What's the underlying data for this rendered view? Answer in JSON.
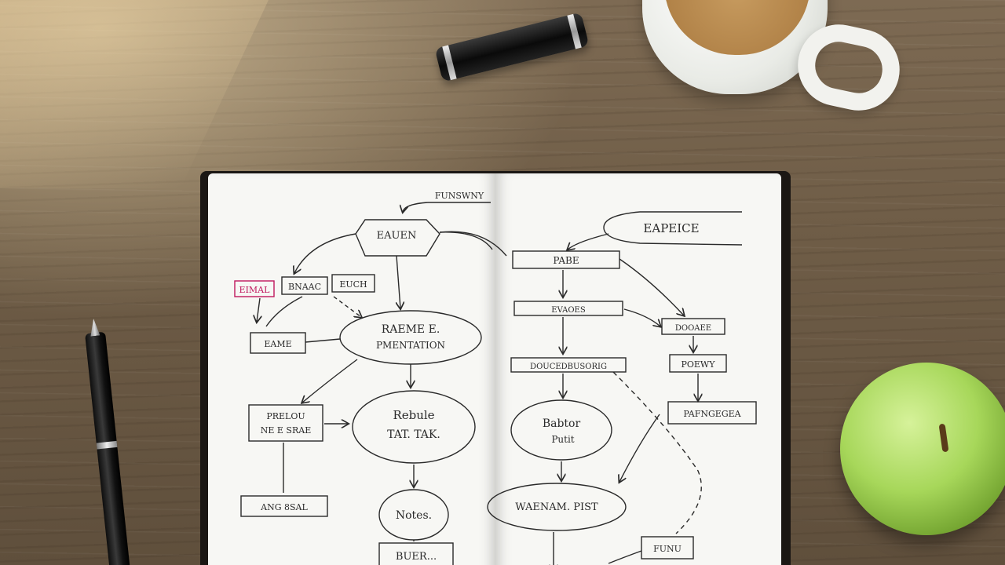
{
  "scene": {
    "objects": [
      "notebook",
      "fountain-pen",
      "pen-cap",
      "tea-mug",
      "green-apple"
    ],
    "colors": {
      "wood": "#6b5a46",
      "page": "#f7f7f4",
      "ink": "#2a2a2a",
      "highlight": "#c0185e"
    }
  },
  "diagram": {
    "left": {
      "top_label": "FUNSWNY",
      "hex_node": "EAUEN",
      "tag_pink": "EIMAL",
      "tag_mid": "BNAAC",
      "tag_right": "EUCH",
      "box_small": "EAME",
      "center_oval": [
        "RAEME E.",
        "PMENTATION"
      ],
      "mid_oval": [
        "Rebule",
        "TAT. TAK."
      ],
      "side_box": [
        "PRELOU",
        "NE E SRAE"
      ],
      "bottom_box": "ANG 8SAL",
      "small_oval": "Notes.",
      "bottom_frag": "BUER..."
    },
    "right": {
      "top_oval": "EAPEICE",
      "box_1": "PABE",
      "box_2": "EVAOES",
      "box_3": "DOUCEDBUSORIG",
      "right_box_1": "DOOAEE",
      "right_box_2": "POEWY",
      "right_box_3": "PAFNGEGEA",
      "oval_1": [
        "Babtor",
        "Putit"
      ],
      "oval_2": "WAENAM. PIST",
      "bottom_box": "FUNU"
    }
  }
}
